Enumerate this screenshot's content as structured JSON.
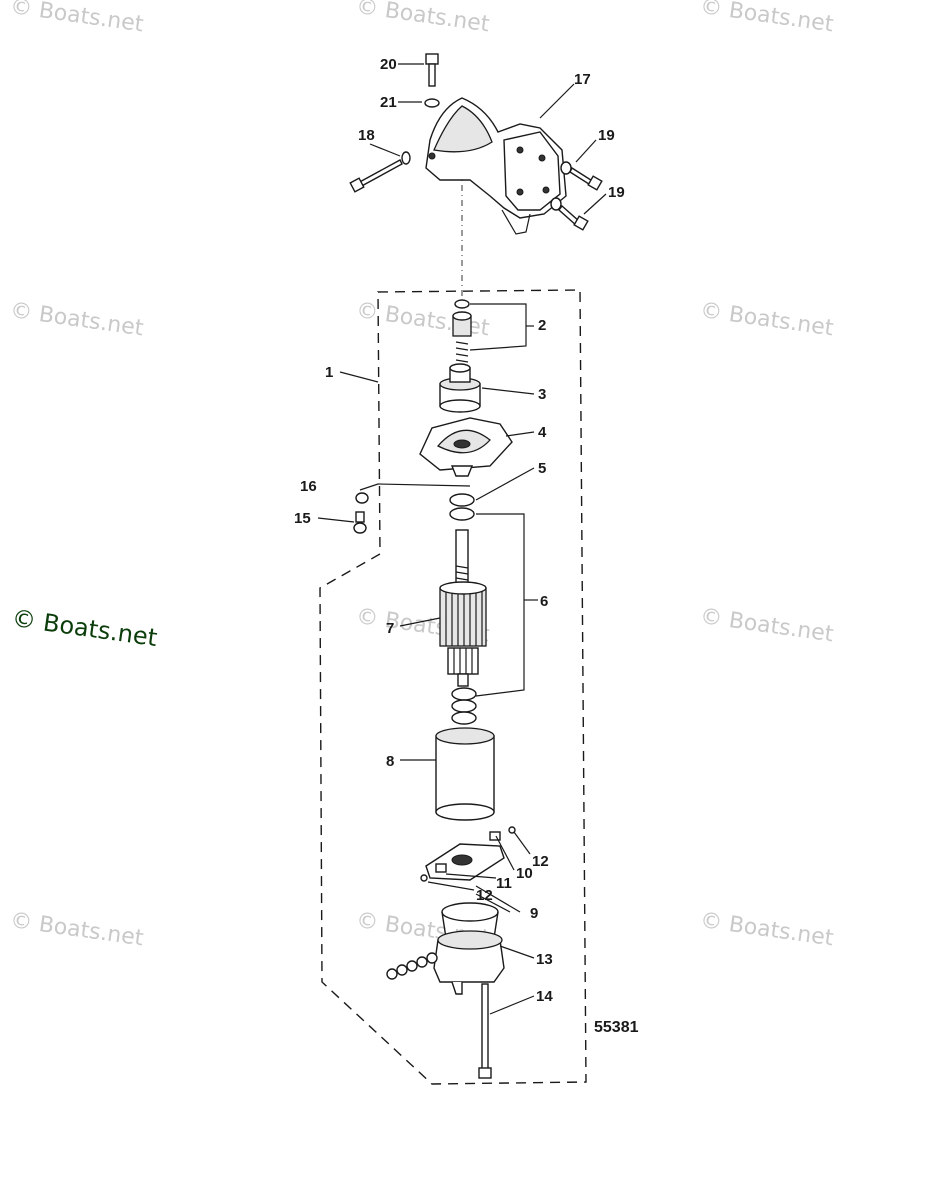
{
  "watermarks": [
    "© Boats.net",
    "© Boats.net",
    "© Boats.net",
    "© Boats.net",
    "© Boats.net",
    "© Boats.net",
    "© Boats.net",
    "© Boats.net",
    "© Boats.net",
    "© Boats.net",
    "© Boats.net"
  ],
  "main_watermark": "© Boats.net",
  "callouts": {
    "c1": "1",
    "c2": "2",
    "c3": "3",
    "c4": "4",
    "c5": "5",
    "c6": "6",
    "c7": "7",
    "c8": "8",
    "c9": "9",
    "c10": "10",
    "c11": "11",
    "c12a": "12",
    "c12b": "12",
    "c13": "13",
    "c14": "14",
    "c15": "15",
    "c16": "16",
    "c17": "17",
    "c18": "18",
    "c19a": "19",
    "c19b": "19",
    "c20": "20",
    "c21": "21"
  },
  "figure_number": "55381"
}
